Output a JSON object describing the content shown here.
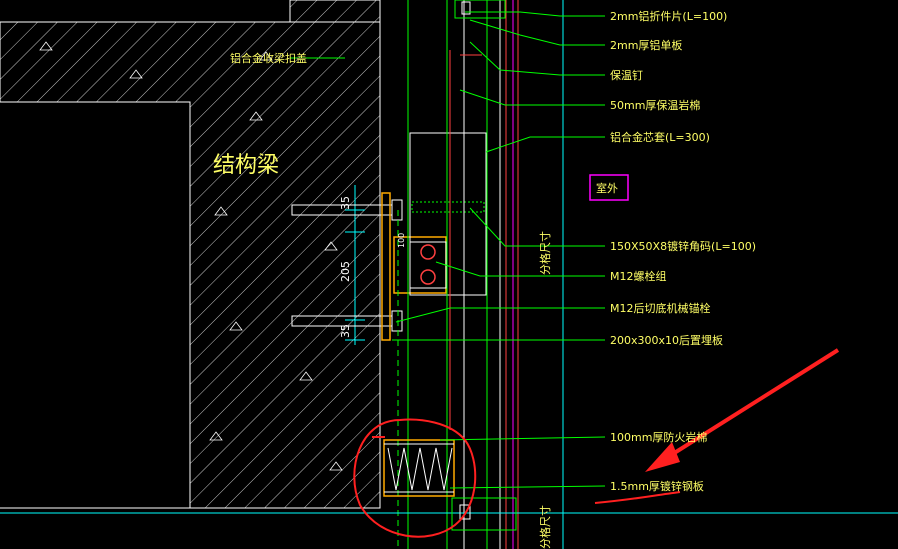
{
  "drawing": {
    "beam_label": "结构梁",
    "cap_label": "铝合金收梁扣盖",
    "room_label": "室外",
    "grid_label": "分格尺寸",
    "grid_label_bottom": "分格尺寸",
    "dimensions": {
      "top": "35",
      "middle": "205",
      "bottom": "35",
      "bracket": "100"
    },
    "callouts": [
      "2mm铝折件片(L=100)",
      "2mm厚铝单板",
      "保温钉",
      "50mm厚保温岩棉",
      "铝合金芯套(L=300)",
      "150X50X8镀锌角码(L=100)",
      "M12螺栓组",
      "M12后切底机械锚栓",
      "200x300x10后置埋板",
      "100mm厚防火岩棉",
      "1.5mm厚镀锌钢板"
    ],
    "colors": {
      "background": "#000000",
      "text": "#ffff66",
      "leader": "#00ff00",
      "hatch": "#ffffff",
      "markup": "#ff2020",
      "highlight_box": "#ff00ff"
    }
  }
}
